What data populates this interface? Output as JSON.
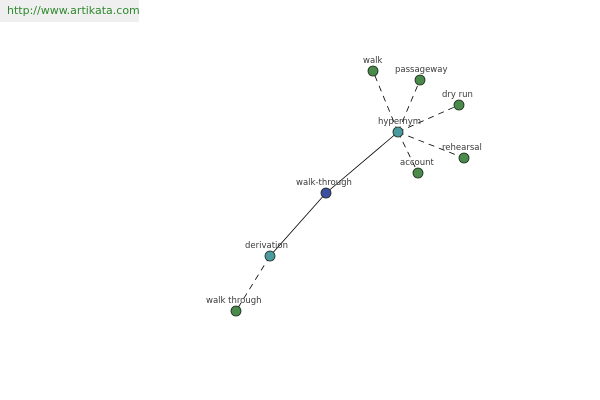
{
  "source": {
    "url_text": "http://www.artikata.com"
  },
  "colors": {
    "link": "#2f8a2f",
    "leaf_node": "#4a8a4a",
    "relation_node": "#4a9aa0",
    "center_node": "#3f4fa0",
    "edge": "#000000"
  },
  "graph": {
    "nodes": [
      {
        "id": "walk-through",
        "label": "walk-through",
        "kind": "center"
      },
      {
        "id": "hypernym",
        "label": "hypernym",
        "kind": "relation"
      },
      {
        "id": "derivation",
        "label": "derivation",
        "kind": "relation"
      },
      {
        "id": "walk",
        "label": "walk",
        "kind": "leaf"
      },
      {
        "id": "passageway",
        "label": "passageway",
        "kind": "leaf"
      },
      {
        "id": "dry-run",
        "label": "dry run",
        "kind": "leaf"
      },
      {
        "id": "rehearsal",
        "label": "rehearsal",
        "kind": "leaf"
      },
      {
        "id": "account",
        "label": "account",
        "kind": "leaf"
      },
      {
        "id": "walk-through-leaf",
        "label": "walk through",
        "kind": "leaf"
      }
    ],
    "edges": [
      {
        "from": "walk-through",
        "to": "hypernym",
        "style": "solid"
      },
      {
        "from": "walk-through",
        "to": "derivation",
        "style": "solid"
      },
      {
        "from": "hypernym",
        "to": "walk",
        "style": "dashed"
      },
      {
        "from": "hypernym",
        "to": "passageway",
        "style": "dashed"
      },
      {
        "from": "hypernym",
        "to": "dry-run",
        "style": "dashed"
      },
      {
        "from": "hypernym",
        "to": "rehearsal",
        "style": "dashed"
      },
      {
        "from": "hypernym",
        "to": "account",
        "style": "dashed"
      },
      {
        "from": "derivation",
        "to": "walk-through-leaf",
        "style": "dashed"
      }
    ]
  }
}
